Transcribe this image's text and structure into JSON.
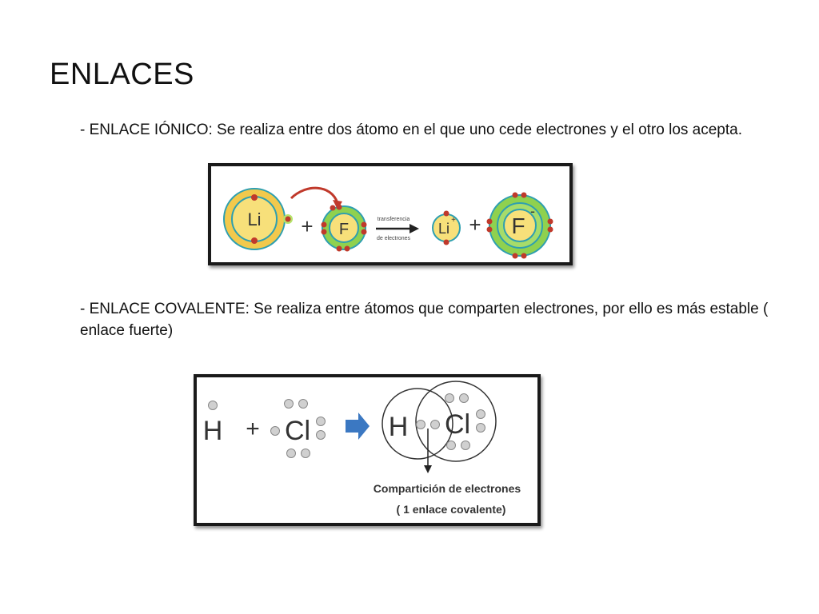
{
  "slide": {
    "title": "ENLACES"
  },
  "ionic": {
    "text": "- ENLACE IÓNICO: Se realiza entre dos átomo en el que uno cede electrones y el otro los acepta.",
    "diagram": {
      "lithium_symbol": "Li",
      "plus": "+",
      "fluorine_symbol": "F",
      "arrow_label_line1": "transferencia",
      "arrow_label_line2": "de electrones",
      "lithium_ion_symbol": "Li",
      "lithium_ion_charge": "+",
      "fluoride_ion_symbol": "F",
      "fluoride_ion_charge": "-"
    }
  },
  "covalent": {
    "text": "- ENLACE COVALENTE: Se realiza entre átomos que comparten electrones, por ello es más estable ( enlace fuerte)",
    "diagram": {
      "hydrogen_symbol": "H",
      "plus": "+",
      "chlorine_symbol": "Cl",
      "product_hydrogen": "H",
      "product_chlorine": "Cl",
      "caption_line1": "Compartición de electrones",
      "caption_line2": "( 1 enlace covalente)"
    }
  },
  "colors": {
    "inner_electron_red": "#c0392b",
    "atom_yellow": "#f5d33c",
    "atom_green": "#8fd14f",
    "arrow_blue": "#3b78c2",
    "electron_gray": "#c8c8c8"
  }
}
